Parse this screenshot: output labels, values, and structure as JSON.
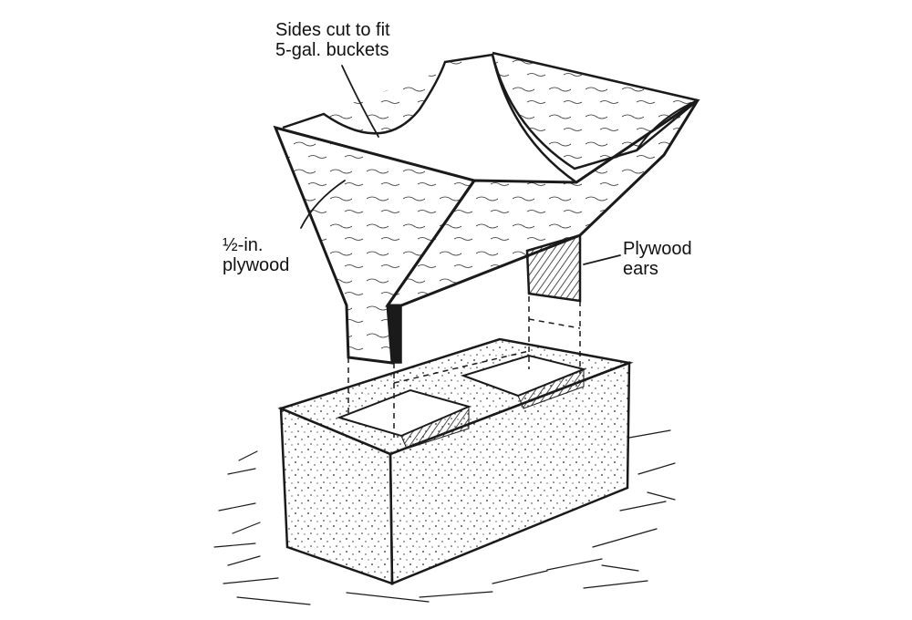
{
  "labels": {
    "sides": {
      "line1": "Sides cut to fit",
      "line2": "5-gal. buckets"
    },
    "plywood": {
      "line1": "½-in.",
      "line2": "plywood"
    },
    "ears": {
      "line1": "Plywood",
      "line2": "ears"
    }
  },
  "colors": {
    "ink": "#1a1a1a",
    "paper": "#ffffff",
    "shade": "#555555"
  }
}
